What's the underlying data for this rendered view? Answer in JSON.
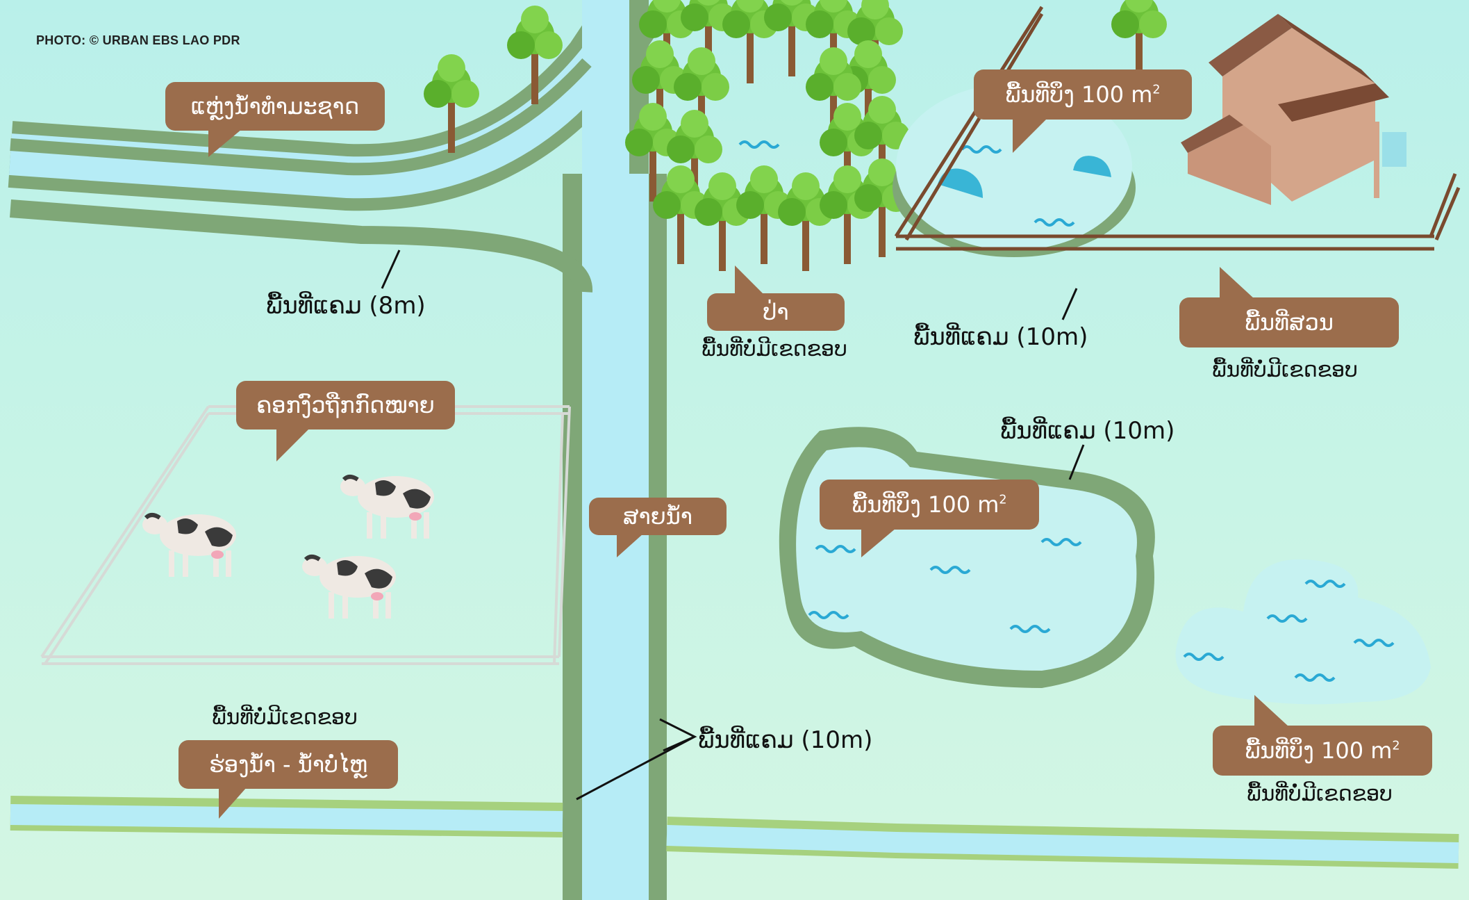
{
  "credit": "PHOTO: © URBAN EBS LAO PDR",
  "bubbles": {
    "stream_natural": "ແຫຼ່ງນ້ຳທຳມະຊາດ",
    "livestock": "ຄອກງົວຖືກກົດໝາຍ",
    "stream": "ສາຍນ້ຳ",
    "ditch": "ຮ່ອງນ້ຳ - ນ້ຳບໍ່ໄຫຼ",
    "forest": "ປ່າ",
    "pond_top": "ພື້ນທີ່ບຶງ 100 m",
    "garden": "ພື້ນທີ່ສວນ",
    "pond_mid": "ພື້ນທີ່ບຶງ 100 m",
    "pond_right": "ພື້ນທີ່ບຶງ 100 m",
    "m2_sup": "2"
  },
  "labels": {
    "buffer_8m": "ພື້ນທີ່ແຄມ (8m)",
    "buffer_10m_top": "ພື້ນທີ່ແຄມ (10m)",
    "buffer_10m_pond": "ພື້ນທີ່ແຄມ (10m)",
    "buffer_10m_stream": "ພື້ນທີ່ແຄມ (10m)",
    "no_boundary_cows": "ພື້ນທີ່ບໍ່ມີເຂດຂອບ",
    "no_boundary_forest": "ພື້ນທີ່ບໍ່ມີເຂດຂອບ",
    "no_boundary_garden": "ພື້ນທີ່ບໍ່ມີເຂດຂອບ",
    "no_boundary_pond": "ພື້ນທີ່ບໍ່ມີເຂດຂອບ"
  },
  "colors": {
    "bubble": "#9b6d4c",
    "buffer_green": "#7fa777",
    "water": "#b6ecf6",
    "wave": "#2aa9d4",
    "tree_green": "#6dc23a",
    "fence_brown": "#7a4a2e"
  }
}
